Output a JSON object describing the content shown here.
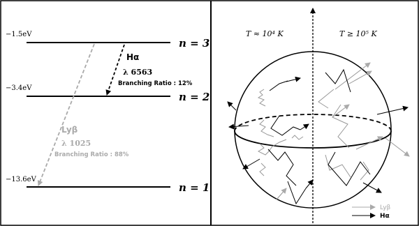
{
  "levels": {
    "n3": {
      "energy": "−1.5eV",
      "label": "n = 3"
    },
    "n2": {
      "energy": "−3.4eV",
      "label": "n = 2"
    },
    "n1": {
      "energy": "−13.6eV",
      "label": "n = 1"
    }
  },
  "halpha": {
    "name": "Hα",
    "wavelength": "λ 6563",
    "branching": "Branching Ratio : 12%",
    "color": "#000000"
  },
  "lybeta": {
    "name": "Lyβ",
    "wavelength": "λ 1025",
    "branching": "Branching Ratio : 88%",
    "color": "#aaaaaa"
  },
  "regimes": {
    "cool": "T ≈ 10⁴ K",
    "hot": "T ≥ 10⁵ K"
  },
  "legend": {
    "lybeta": "Lyβ",
    "halpha": "Hα"
  }
}
